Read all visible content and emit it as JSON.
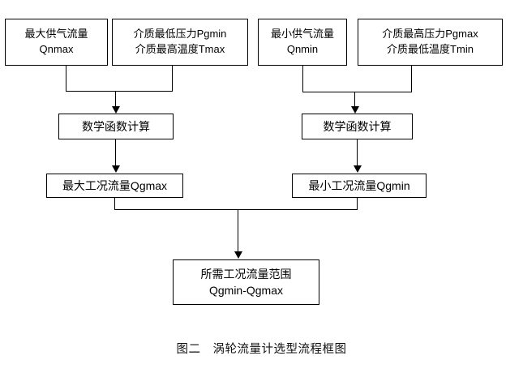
{
  "figure": {
    "caption": "图二　涡轮流量计选型流程框图",
    "background_color": "#ffffff",
    "line_color": "#000000"
  },
  "nodes": {
    "qnmax": {
      "line1": "最大供气流量",
      "line2": "Qnmax"
    },
    "media_min_pressure_max_temp": {
      "line1": "介质最低压力Pgmin",
      "line2": "介质最高温度Tmax"
    },
    "qnmin": {
      "line1": "最小供气流量",
      "line2": "Qnmin"
    },
    "media_max_pressure_min_temp": {
      "line1": "介质最高压力Pgmax",
      "line2": "介质最低温度Tmin"
    },
    "math_calc_left": {
      "line1": "数学函数计算"
    },
    "math_calc_right": {
      "line1": "数学函数计算"
    },
    "qgmax": {
      "line1": "最大工况流量Qgmax"
    },
    "qgmin": {
      "line1": "最小工况流量Qgmin"
    },
    "required_range": {
      "line1": "所需工况流量范围",
      "line2": "Qgmin-Qgmax"
    }
  },
  "edges": [
    {
      "name": "qnmax-to-merge-left",
      "from": "qnmax",
      "to": "math_calc_left"
    },
    {
      "name": "media-min-to-merge-left",
      "from": "media_min_pressure_max_temp",
      "to": "math_calc_left"
    },
    {
      "name": "qnmin-to-merge-right",
      "from": "qnmin",
      "to": "math_calc_right"
    },
    {
      "name": "media-max-to-merge-right",
      "from": "media_max_pressure_min_temp",
      "to": "math_calc_right"
    },
    {
      "name": "math-left-to-qgmax",
      "from": "math_calc_left",
      "to": "qgmax"
    },
    {
      "name": "math-right-to-qgmin",
      "from": "math_calc_right",
      "to": "qgmin"
    },
    {
      "name": "qgmax-to-range",
      "from": "qgmax",
      "to": "required_range"
    },
    {
      "name": "qgmin-to-range",
      "from": "qgmin",
      "to": "required_range"
    }
  ]
}
